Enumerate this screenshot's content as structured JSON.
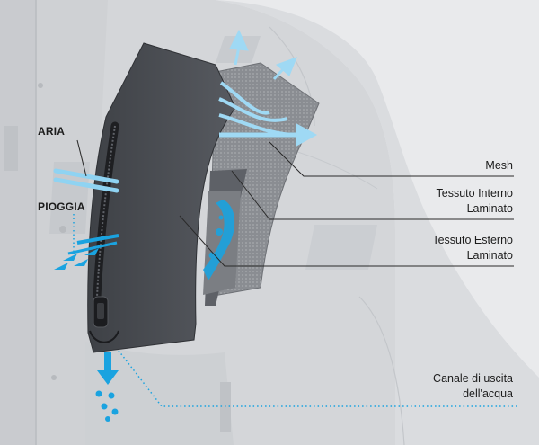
{
  "labels": {
    "aria": "ARIA",
    "pioggia": "PIOGGIA",
    "mesh": "Mesh",
    "tessuto_interno": [
      "Tessuto Interno",
      "Laminato"
    ],
    "tessuto_esterno": [
      "Tessuto Esterno",
      "Laminato"
    ],
    "canale": [
      "Canale di uscita",
      "dell'acqua"
    ]
  },
  "colors": {
    "background": "#e9eaec",
    "jacket": "#d3d5d8",
    "panel_dark": "#4b4e53",
    "mesh": "#8a8d92",
    "arrow_blue": "#8fd3f2",
    "water_blue": "#1aa3e0",
    "leader_line": "#2a2a2a",
    "dotted_line": "#1aa3e0"
  }
}
